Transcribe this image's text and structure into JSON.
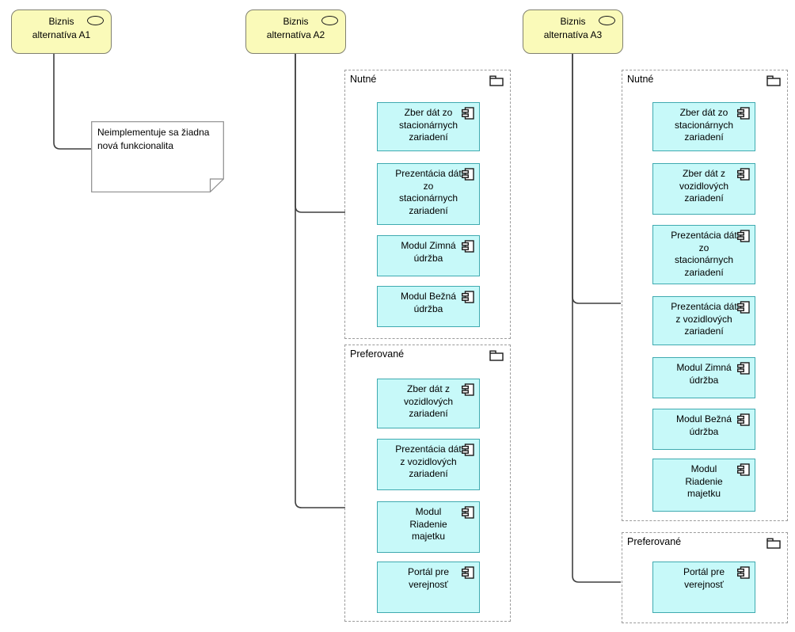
{
  "colors": {
    "alternative_fill": "#FAFAB9",
    "alternative_border": "#80806F",
    "component_fill": "#C7F9F9",
    "component_border": "#3FAAB0",
    "group_border": "#9B9B9B",
    "connector": "#3F3F3F",
    "note_border": "#8C8C8C"
  },
  "alternatives": [
    {
      "label": "Biznis\nalternatíva A1"
    },
    {
      "label": "Biznis\nalternatíva A2"
    },
    {
      "label": "Biznis\nalternatíva A3"
    }
  ],
  "note": {
    "text": "Neimplementuje sa žiadna\nnová funkcionalita"
  },
  "groups": [
    {
      "label": "Nutné",
      "components": [
        "Zber dát zo\nstacionárnych\nzariadení",
        "Prezentácia dát\nzo\nstacionárnych\nzariadení",
        "Modul Zimná\núdržba",
        "Modul Bežná\núdržba"
      ]
    },
    {
      "label": "Preferované",
      "components": [
        "Zber dát z\nvozidlových\nzariadení",
        "Prezentácia dát\nz vozidlových\nzariadení",
        "Modul\nRiadenie\nmajetku",
        "Portál pre\nverejnosť"
      ]
    },
    {
      "label": "Nutné",
      "components": [
        "Zber dát zo\nstacionárnych\nzariadení",
        "Zber dát z\nvozidlových\nzariadení",
        "Prezentácia dát\nzo\nstacionárnych\nzariadení",
        "Prezentácia dát\nz vozidlových\nzariadení",
        "Modul Zimná\núdržba",
        "Modul Bežná\núdržba",
        "Modul\nRiadenie\nmajetku"
      ]
    },
    {
      "label": "Preferované",
      "components": [
        "Portál pre\nverejnosť"
      ]
    }
  ]
}
